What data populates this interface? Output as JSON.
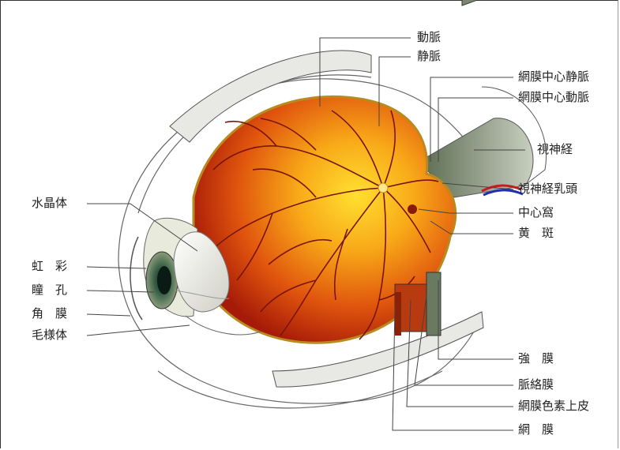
{
  "labels": {
    "left": [
      "水晶体",
      "虹　彩",
      "瞳　孔",
      "角　膜",
      "毛様体"
    ],
    "top": [
      "動脈",
      "静脈"
    ],
    "right_upper": [
      "網膜中心静脈",
      "網膜中心動脈",
      "視神経",
      "視神経乳頭",
      "中心窩",
      "黄　斑"
    ],
    "right_lower": [
      "強　膜",
      "脈絡膜",
      "網膜色素上皮",
      "網　膜"
    ]
  },
  "colors": {
    "retina_center": "#ffd21a",
    "retina_mid": "#f08a10",
    "retina_edge": "#b51e0a",
    "vessel": "#7a1408",
    "leader": "#444444"
  }
}
